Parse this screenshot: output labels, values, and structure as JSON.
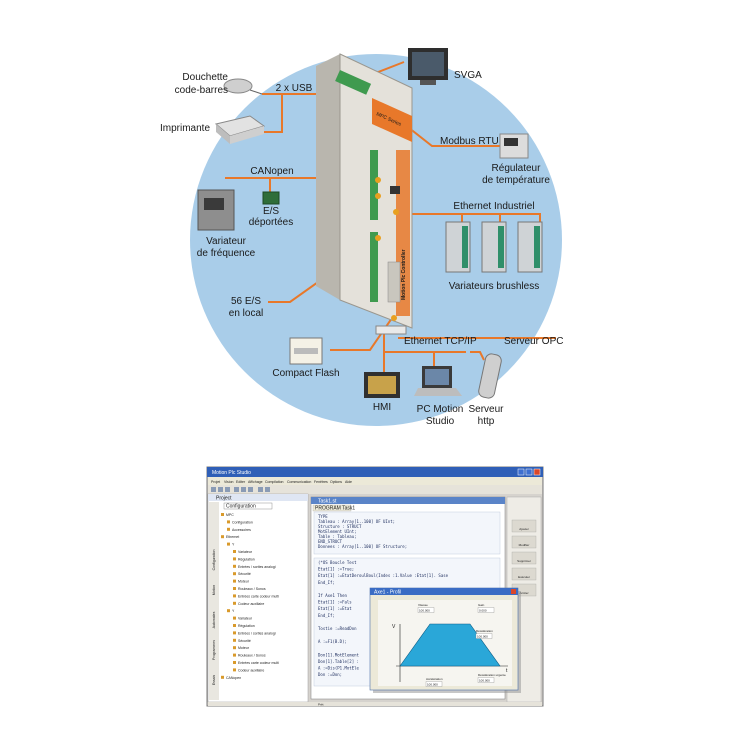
{
  "diagram": {
    "labels": {
      "douchette": "Douchette",
      "code_barres": "code-barres",
      "usb": "2 x USB",
      "svga": "SVGA",
      "imprimante": "Imprimante",
      "modbus": "Modbus RTU",
      "regulateur_1": "Régulateur",
      "regulateur_2": "de température",
      "canopen": "CANopen",
      "es": "E/S",
      "deportees": "déportées",
      "ethernet_industriel": "Ethernet Industriel",
      "variateur_1": "Variateur",
      "variateur_2": "de fréquence",
      "variateurs_brushless": "Variateurs brushless",
      "es_local_1": "56 E/S",
      "es_local_2": "en local",
      "ethernet_tcpip": "Ethernet TCP/IP",
      "serveur_opc": "Serveur OPC",
      "compact_flash": "Compact Flash",
      "hmi": "HMI",
      "pc_motion_1": "PC Motion",
      "pc_motion_2": "Studio",
      "serveur_http_1": "Serveur",
      "serveur_http_2": "http",
      "mpc_series": "MPC Series",
      "motion_plc": "Motion Plc Controller"
    },
    "colors": {
      "circle": "#a9cde9",
      "lines": "#e8782a",
      "device_body": "#d9d6cf",
      "device_accent": "#e8782a",
      "terminals": "#3f9a4f"
    }
  },
  "screenshot": {
    "window_title": "Motion Plc Studio",
    "menu": [
      "Projet",
      "Vision",
      "Editer",
      "Affichage",
      "Compilation",
      "Communication",
      "Fenêtres",
      "Options",
      "Aide"
    ],
    "project_panel_title": "Project",
    "configuration_label": "Configuration",
    "tree_items": [
      "MPC",
      "Configuration",
      "Accessoires",
      "Ethernet",
      "Y",
      "Variateur",
      "Régulation",
      "Entrées / sorties analogi",
      "Sécurité",
      "Moteur",
      "Rouleaux / Sonos",
      "Entrées carte codeur multi",
      "Codeur auxiliaire",
      "Y",
      "Variateur",
      "Régulation",
      "Entrées / sorties analogi",
      "Sécurité",
      "Moteur",
      "Rouleaux / Sonos",
      "Entrées carte codeur multi",
      "Codeur auxiliaire",
      "CANopen"
    ],
    "side_tabs": [
      "Configuration",
      "Motion",
      "Automates",
      "Programmes",
      "Essais"
    ],
    "editor_title": "Task1.st",
    "editor_tab": "PROGRAM Task1",
    "code_lines_1": [
      "TYPE",
      "  Tableau : Array[1..100] OF UInt;",
      "  Structure : STRUCT",
      "              MotElement UInt;",
      "              Table : Tableau;",
      "            END_STRUCT",
      "  Donnees : Array[1..100] OF Structure;"
    ],
    "code_lines_2": [
      "(*OS Boucle Test",
      "  Etat[1] :=True;",
      "  Etat[1] :=EtatDeroulBoul(Indes :1.Value :Etat[1]. Sase",
      "End_If;",
      "",
      "If Axe1 Then",
      "  Etat[1] :=Fals",
      "  Etat[1] :=Etat",
      "End_If;",
      "",
      "Tostie :=ReadDon",
      "",
      "A :=F1(B.D);",
      "",
      "Don[1].MotElement",
      "Don[1].Table[2] :",
      "A :=Dis(P1.MotEle",
      "Don :=Don;"
    ],
    "dialog_title": "Axe1 - Profil",
    "dialog_fields": [
      "Vitesse",
      "Gain",
      "Décélération",
      "Accélération",
      "Décélération urgente"
    ],
    "dialog_values": [
      "100.000",
      "0.000",
      "100.000",
      "100.000",
      "100.000"
    ],
    "axis_v": "V",
    "axis_t": "t",
    "right_buttons": [
      "Ajouter",
      "Modifier",
      "Supprimer",
      "Exécuter",
      "Arrêter"
    ],
    "status_text": "Prêt"
  }
}
